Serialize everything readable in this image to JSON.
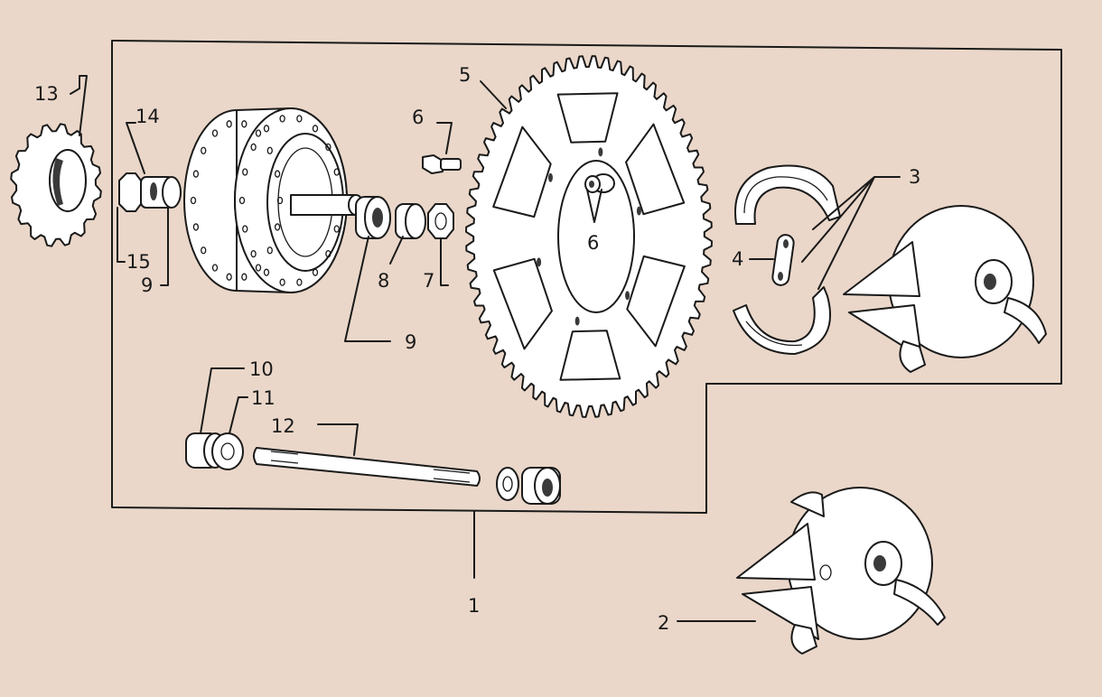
{
  "diagram": {
    "callouts": [
      {
        "id": "c1",
        "text": "1"
      },
      {
        "id": "c2",
        "text": "2"
      },
      {
        "id": "c3",
        "text": "3"
      },
      {
        "id": "c4",
        "text": "4"
      },
      {
        "id": "c5",
        "text": "5"
      },
      {
        "id": "c6a",
        "text": "6"
      },
      {
        "id": "c6b",
        "text": "6"
      },
      {
        "id": "c7",
        "text": "7"
      },
      {
        "id": "c8",
        "text": "8"
      },
      {
        "id": "c9a",
        "text": "9"
      },
      {
        "id": "c9b",
        "text": "9"
      },
      {
        "id": "c10",
        "text": "10"
      },
      {
        "id": "c11",
        "text": "11"
      },
      {
        "id": "c12",
        "text": "12"
      },
      {
        "id": "c13",
        "text": "13"
      },
      {
        "id": "c14",
        "text": "14"
      },
      {
        "id": "c15",
        "text": "15"
      }
    ],
    "colors": {
      "background": "#ead7c9",
      "ink": "#1a1a1a",
      "part_fill": "#ffffff"
    }
  }
}
